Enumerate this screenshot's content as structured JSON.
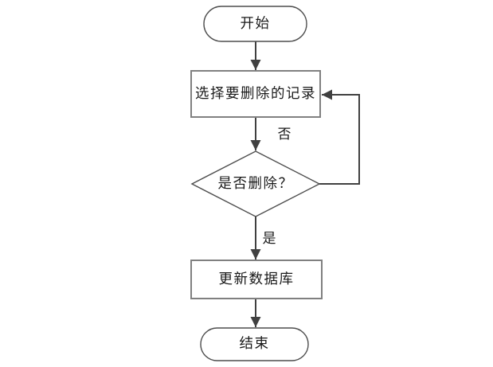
{
  "diagram": {
    "type": "flowchart",
    "background": "#ffffff",
    "colors": {
      "connector": "#404040",
      "process_border": "#808080",
      "terminator_border": "#4d4d4d",
      "decision_border": "#4d4d4d",
      "text": "#1a1a1a"
    },
    "nodes": [
      {
        "id": "start",
        "type": "terminator",
        "label": "开始"
      },
      {
        "id": "select-record",
        "type": "process",
        "label": "选择要删除的记录"
      },
      {
        "id": "confirm-delete",
        "type": "decision",
        "label": "是否删除？"
      },
      {
        "id": "update-database",
        "type": "process",
        "label": "更新数据库"
      },
      {
        "id": "end",
        "type": "terminator",
        "label": "结束"
      }
    ],
    "edges": [
      {
        "from": "start",
        "to": "select-record",
        "label": ""
      },
      {
        "from": "select-record",
        "to": "confirm-delete",
        "label": ""
      },
      {
        "from": "confirm-delete",
        "to": "select-record",
        "label": "否"
      },
      {
        "from": "confirm-delete",
        "to": "update-database",
        "label": "是"
      },
      {
        "from": "update-database",
        "to": "end",
        "label": ""
      }
    ]
  }
}
